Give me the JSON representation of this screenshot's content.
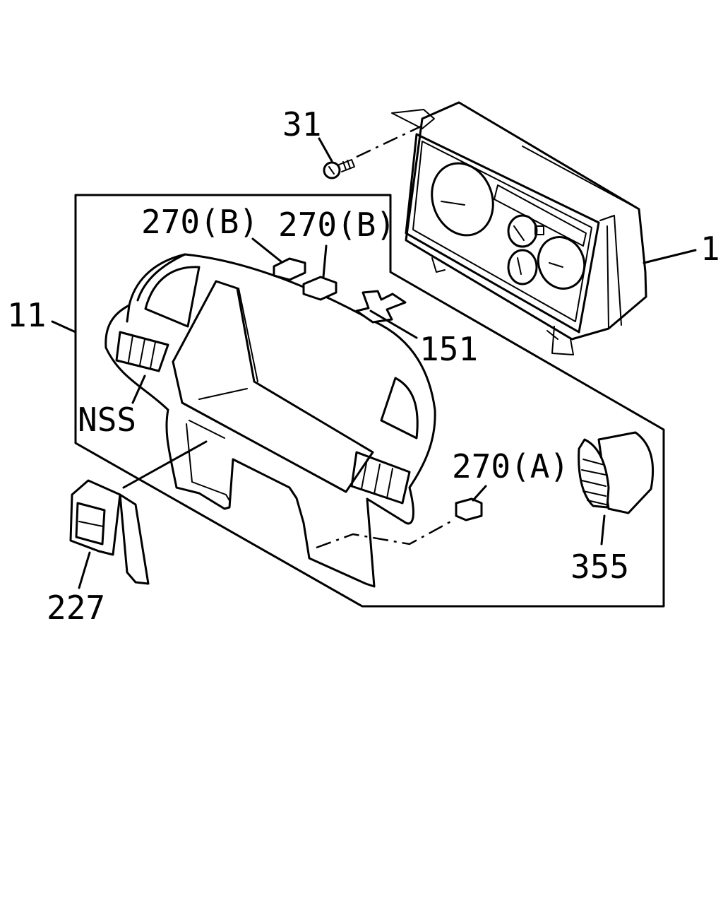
{
  "labels": {
    "screw": "31",
    "cluster": "1",
    "bezel": "11",
    "clip_b_left": "270(B)",
    "clip_b_right": "270(B)",
    "clip_a": "270(A)",
    "bracket": "151",
    "nss": "NSS",
    "switch": "227",
    "vent": "355"
  }
}
